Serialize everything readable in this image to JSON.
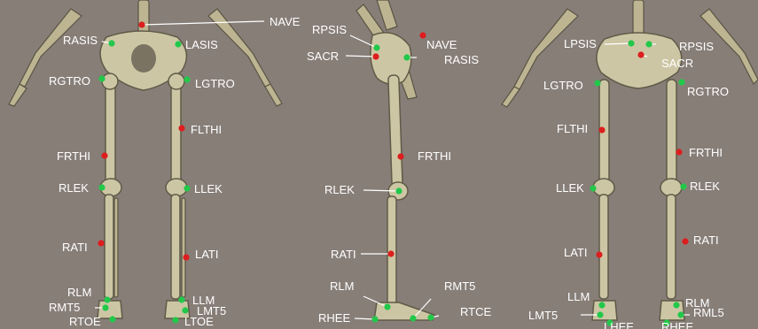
{
  "colors": {
    "background": "#877e78",
    "marker_green": "#22c84a",
    "marker_red": "#dd1e1e",
    "label_text": "#ffffff",
    "bone": "#cdc6a4"
  },
  "views": {
    "front": {
      "markers": [
        {
          "id": "NAVE",
          "label": "NAVE",
          "color": "red"
        },
        {
          "id": "RASIS",
          "label": "RASIS",
          "color": "green"
        },
        {
          "id": "LASIS",
          "label": "LASIS",
          "color": "green"
        },
        {
          "id": "RGTRO",
          "label": "RGTRO",
          "color": "green"
        },
        {
          "id": "LGTRO",
          "label": "LGTRO",
          "color": "green"
        },
        {
          "id": "FLTHI",
          "label": "FLTHI",
          "color": "red"
        },
        {
          "id": "FRTHI",
          "label": "FRTHI",
          "color": "red"
        },
        {
          "id": "RLEK",
          "label": "RLEK",
          "color": "green"
        },
        {
          "id": "LLEK",
          "label": "LLEK",
          "color": "green"
        },
        {
          "id": "RATI",
          "label": "RATI",
          "color": "red"
        },
        {
          "id": "LATI",
          "label": "LATI",
          "color": "red"
        },
        {
          "id": "RLM",
          "label": "RLM",
          "color": "green"
        },
        {
          "id": "LLM",
          "label": "LLM",
          "color": "green"
        },
        {
          "id": "RMT5",
          "label": "RMT5",
          "color": "green"
        },
        {
          "id": "LMT5",
          "label": "LMT5",
          "color": "green"
        },
        {
          "id": "RTOE",
          "label": "RTOE",
          "color": "green"
        },
        {
          "id": "LTOE",
          "label": "LTOE",
          "color": "green"
        }
      ]
    },
    "side": {
      "markers": [
        {
          "id": "RPSIS",
          "label": "RPSIS",
          "color": "green"
        },
        {
          "id": "NAVE",
          "label": "NAVE",
          "color": "red"
        },
        {
          "id": "SACR",
          "label": "SACR",
          "color": "red"
        },
        {
          "id": "RASIS",
          "label": "RASIS",
          "color": "green"
        },
        {
          "id": "FRTHI",
          "label": "FRTHI",
          "color": "red"
        },
        {
          "id": "RLEK",
          "label": "RLEK",
          "color": "green"
        },
        {
          "id": "RATI",
          "label": "RATI",
          "color": "red"
        },
        {
          "id": "RLM",
          "label": "RLM",
          "color": "green"
        },
        {
          "id": "RMT5",
          "label": "RMT5",
          "color": "green"
        },
        {
          "id": "RHEE",
          "label": "RHEE",
          "color": "green"
        },
        {
          "id": "RTCE",
          "label": "RTCE",
          "color": "green"
        }
      ]
    },
    "back": {
      "markers": [
        {
          "id": "LPSIS",
          "label": "LPSIS",
          "color": "green"
        },
        {
          "id": "RPSIS",
          "label": "RPSIS",
          "color": "green"
        },
        {
          "id": "SACR",
          "label": "SACR",
          "color": "red"
        },
        {
          "id": "LGTRO",
          "label": "LGTRO",
          "color": "green"
        },
        {
          "id": "RGTRO",
          "label": "RGTRO",
          "color": "green"
        },
        {
          "id": "FLTHI",
          "label": "FLTHI",
          "color": "red"
        },
        {
          "id": "FRTHI",
          "label": "FRTHI",
          "color": "red"
        },
        {
          "id": "LLEK",
          "label": "LLEK",
          "color": "green"
        },
        {
          "id": "RLEK",
          "label": "RLEK",
          "color": "green"
        },
        {
          "id": "LATI",
          "label": "LATI",
          "color": "red"
        },
        {
          "id": "RATI",
          "label": "RATI",
          "color": "red"
        },
        {
          "id": "LLM",
          "label": "LLM",
          "color": "green"
        },
        {
          "id": "RLM",
          "label": "RLM",
          "color": "green"
        },
        {
          "id": "LMT5",
          "label": "LMT5",
          "color": "green"
        },
        {
          "id": "RML5",
          "label": "RML5",
          "color": "green"
        },
        {
          "id": "LHEE",
          "label": "LHEE",
          "color": "green"
        },
        {
          "id": "RHEE",
          "label": "RHEE",
          "color": "green"
        }
      ]
    }
  }
}
